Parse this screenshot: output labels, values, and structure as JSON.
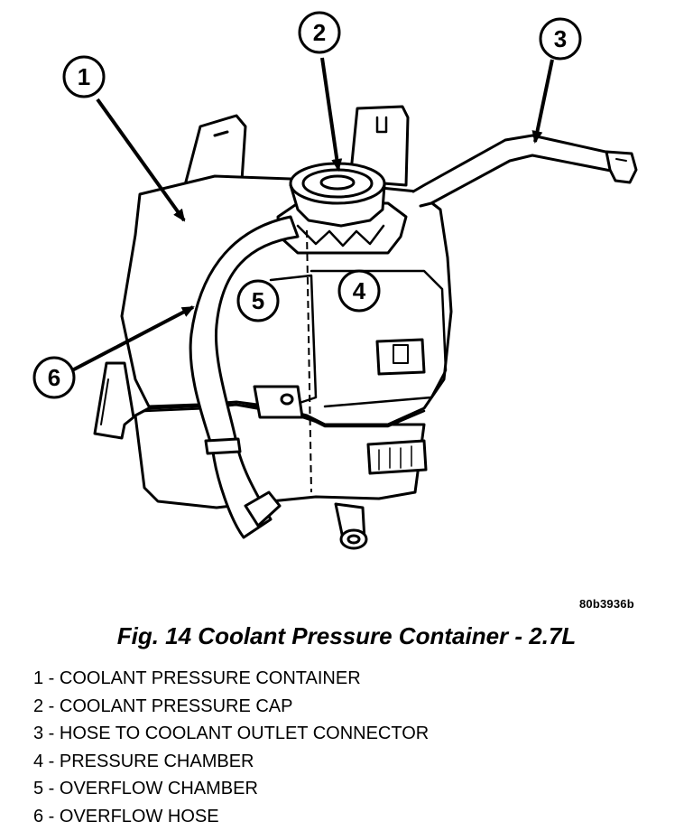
{
  "diagram": {
    "callouts": [
      {
        "id": "1",
        "label": "1"
      },
      {
        "id": "2",
        "label": "2"
      },
      {
        "id": "3",
        "label": "3"
      },
      {
        "id": "4",
        "label": "4"
      },
      {
        "id": "5",
        "label": "5"
      },
      {
        "id": "6",
        "label": "6"
      }
    ],
    "image_code": "80b3936b"
  },
  "caption": "Fig. 14 Coolant Pressure Container - 2.7L",
  "legend": [
    "1 - COOLANT PRESSURE CONTAINER",
    "2 - COOLANT PRESSURE CAP",
    "3 - HOSE TO COOLANT OUTLET CONNECTOR",
    "4 - PRESSURE CHAMBER",
    "5 - OVERFLOW CHAMBER",
    "6 - OVERFLOW HOSE"
  ]
}
